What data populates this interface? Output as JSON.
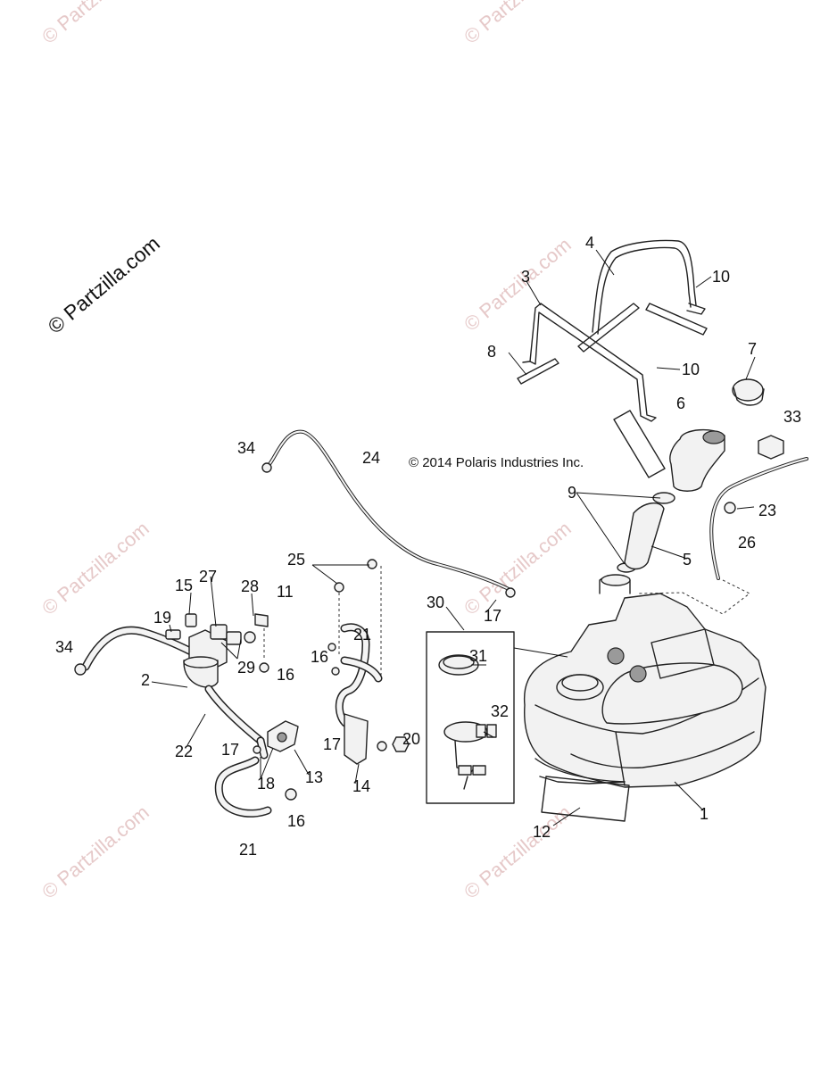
{
  "watermarks": {
    "main": "© Partzilla.com",
    "faint": "© Partzilla.com"
  },
  "copyright": "© 2014 Polaris Industries Inc.",
  "callouts": [
    {
      "id": "c1",
      "label": "1"
    },
    {
      "id": "c2",
      "label": "2"
    },
    {
      "id": "c3",
      "label": "3"
    },
    {
      "id": "c4",
      "label": "4"
    },
    {
      "id": "c5",
      "label": "5"
    },
    {
      "id": "c6",
      "label": "6"
    },
    {
      "id": "c7",
      "label": "7"
    },
    {
      "id": "c8",
      "label": "8"
    },
    {
      "id": "c9",
      "label": "9"
    },
    {
      "id": "c10a",
      "label": "10"
    },
    {
      "id": "c10b",
      "label": "10"
    },
    {
      "id": "c11",
      "label": "11"
    },
    {
      "id": "c12",
      "label": "12"
    },
    {
      "id": "c13",
      "label": "13"
    },
    {
      "id": "c14",
      "label": "14"
    },
    {
      "id": "c15",
      "label": "15"
    },
    {
      "id": "c16a",
      "label": "16"
    },
    {
      "id": "c16b",
      "label": "16"
    },
    {
      "id": "c16c",
      "label": "16"
    },
    {
      "id": "c17a",
      "label": "17"
    },
    {
      "id": "c17b",
      "label": "17"
    },
    {
      "id": "c17c",
      "label": "17"
    },
    {
      "id": "c18",
      "label": "18"
    },
    {
      "id": "c19",
      "label": "19"
    },
    {
      "id": "c20",
      "label": "20"
    },
    {
      "id": "c21a",
      "label": "21"
    },
    {
      "id": "c21b",
      "label": "21"
    },
    {
      "id": "c22",
      "label": "22"
    },
    {
      "id": "c23",
      "label": "23"
    },
    {
      "id": "c24",
      "label": "24"
    },
    {
      "id": "c25",
      "label": "25"
    },
    {
      "id": "c26",
      "label": "26"
    },
    {
      "id": "c27",
      "label": "27"
    },
    {
      "id": "c28",
      "label": "28"
    },
    {
      "id": "c29",
      "label": "29"
    },
    {
      "id": "c30",
      "label": "30"
    },
    {
      "id": "c31",
      "label": "31"
    },
    {
      "id": "c32",
      "label": "32"
    },
    {
      "id": "c33",
      "label": "33"
    },
    {
      "id": "c34a",
      "label": "34"
    },
    {
      "id": "c34b",
      "label": "34"
    }
  ]
}
